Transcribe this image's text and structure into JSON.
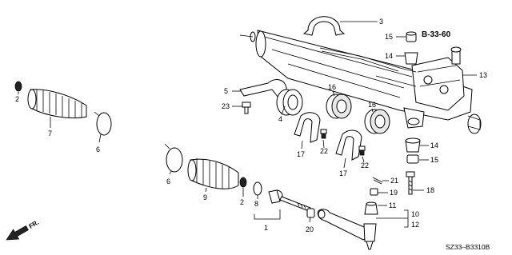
{
  "diagram": {
    "reference_label": "B-33-60",
    "diagram_code": "SZ33–B3310B",
    "direction_label": "FR.",
    "callouts": [
      {
        "id": "p1",
        "text": "1"
      },
      {
        "id": "p2a",
        "text": "2"
      },
      {
        "id": "p2b",
        "text": "2"
      },
      {
        "id": "p3",
        "text": "3"
      },
      {
        "id": "p4",
        "text": "4"
      },
      {
        "id": "p5",
        "text": "5"
      },
      {
        "id": "p6a",
        "text": "6"
      },
      {
        "id": "p6b",
        "text": "6"
      },
      {
        "id": "p7",
        "text": "7"
      },
      {
        "id": "p8",
        "text": "8"
      },
      {
        "id": "p9",
        "text": "9"
      },
      {
        "id": "p10",
        "text": "10"
      },
      {
        "id": "p11",
        "text": "11"
      },
      {
        "id": "p12",
        "text": "12"
      },
      {
        "id": "p13",
        "text": "13"
      },
      {
        "id": "p14a",
        "text": "14"
      },
      {
        "id": "p14b",
        "text": "14"
      },
      {
        "id": "p15a",
        "text": "15"
      },
      {
        "id": "p15b",
        "text": "15"
      },
      {
        "id": "p16a",
        "text": "16"
      },
      {
        "id": "p16b",
        "text": "16"
      },
      {
        "id": "p17a",
        "text": "17"
      },
      {
        "id": "p17b",
        "text": "17"
      },
      {
        "id": "p18",
        "text": "18"
      },
      {
        "id": "p19",
        "text": "19"
      },
      {
        "id": "p20",
        "text": "20"
      },
      {
        "id": "p21",
        "text": "21"
      },
      {
        "id": "p22a",
        "text": "22"
      },
      {
        "id": "p22b",
        "text": "22"
      },
      {
        "id": "p23",
        "text": "23"
      }
    ]
  }
}
